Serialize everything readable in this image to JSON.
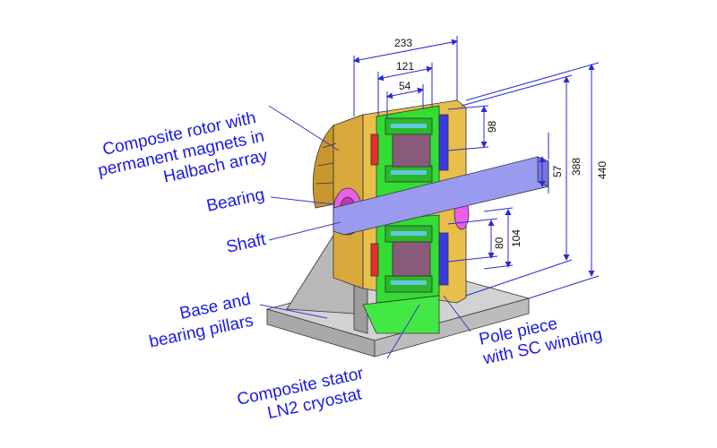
{
  "labels": {
    "rotor": [
      "Composite rotor with",
      "permanent magnets in",
      "Halbach array"
    ],
    "bearing": "Bearing",
    "shaft": "Shaft",
    "base": [
      "Base and",
      "bearing pillars"
    ],
    "stator": [
      "Composite stator",
      "LN2 cryostat"
    ],
    "pole": [
      "Pole piece",
      "with SC winding"
    ]
  },
  "dimensions": {
    "d233": "233",
    "d121": "121",
    "d54": "54",
    "d98": "98",
    "d57": "57",
    "d388": "388",
    "d440": "440",
    "d80": "80",
    "d104": "104"
  },
  "colors": {
    "label": "#1a1ae6",
    "rotor": "#e8bf4a",
    "stator": "#33dd33",
    "shaft": "#9a9af0",
    "base": "#c8c8c8",
    "bearing": "#e860e8",
    "magnet": "#8a5a7a"
  }
}
